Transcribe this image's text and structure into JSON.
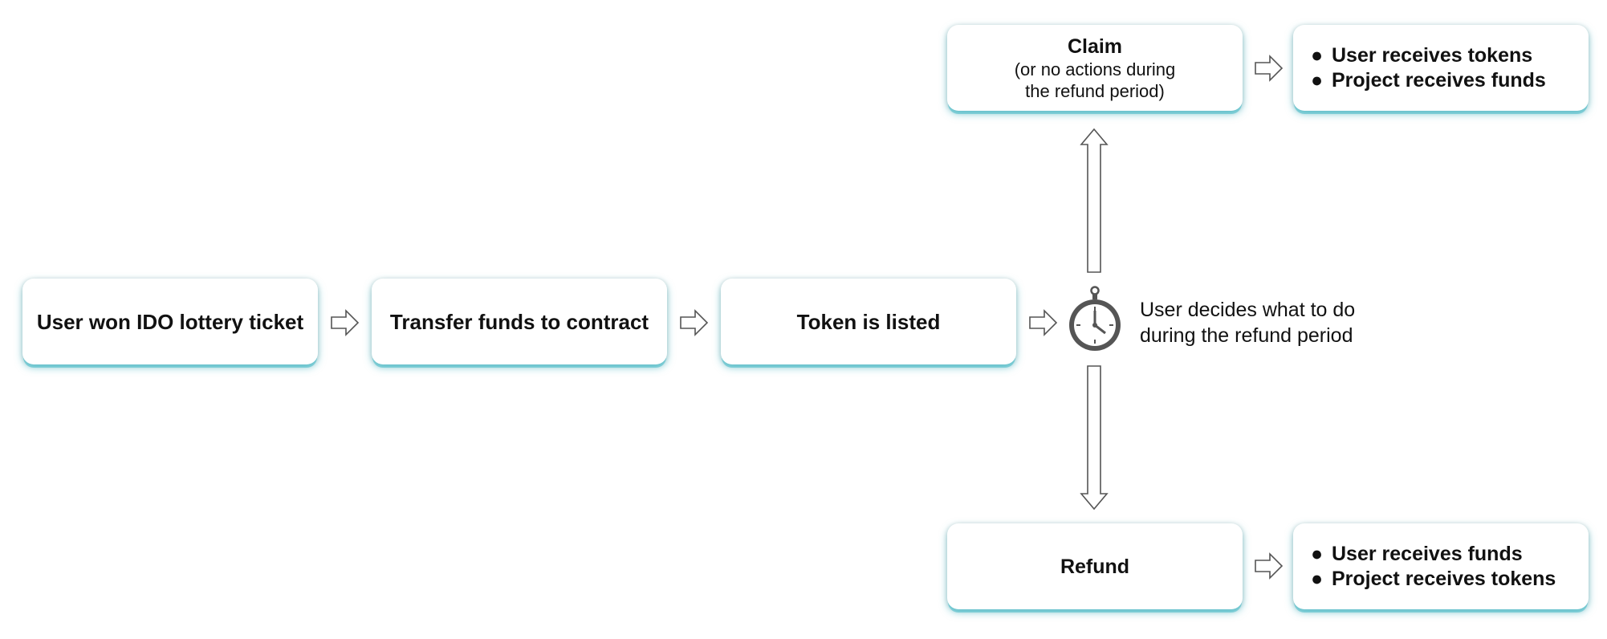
{
  "diagram": {
    "steps": {
      "won": "User won IDO lottery ticket",
      "transfer": "Transfer funds to contract",
      "listed": "Token is listed"
    },
    "decision": {
      "icon": "stopwatch-icon",
      "text": "User decides what to do\nduring the refund period"
    },
    "claim": {
      "title": "Claim",
      "subtitle": "(or no actions during\nthe refund period)",
      "outcomes": [
        "User receives tokens",
        "Project receives funds"
      ]
    },
    "refund": {
      "title": "Refund",
      "outcomes": [
        "User receives funds",
        "Project receives tokens"
      ]
    },
    "bullet": "●",
    "colors": {
      "box_glow": "#46bcc8",
      "arrow_stroke": "#555555",
      "text": "#111111"
    }
  }
}
